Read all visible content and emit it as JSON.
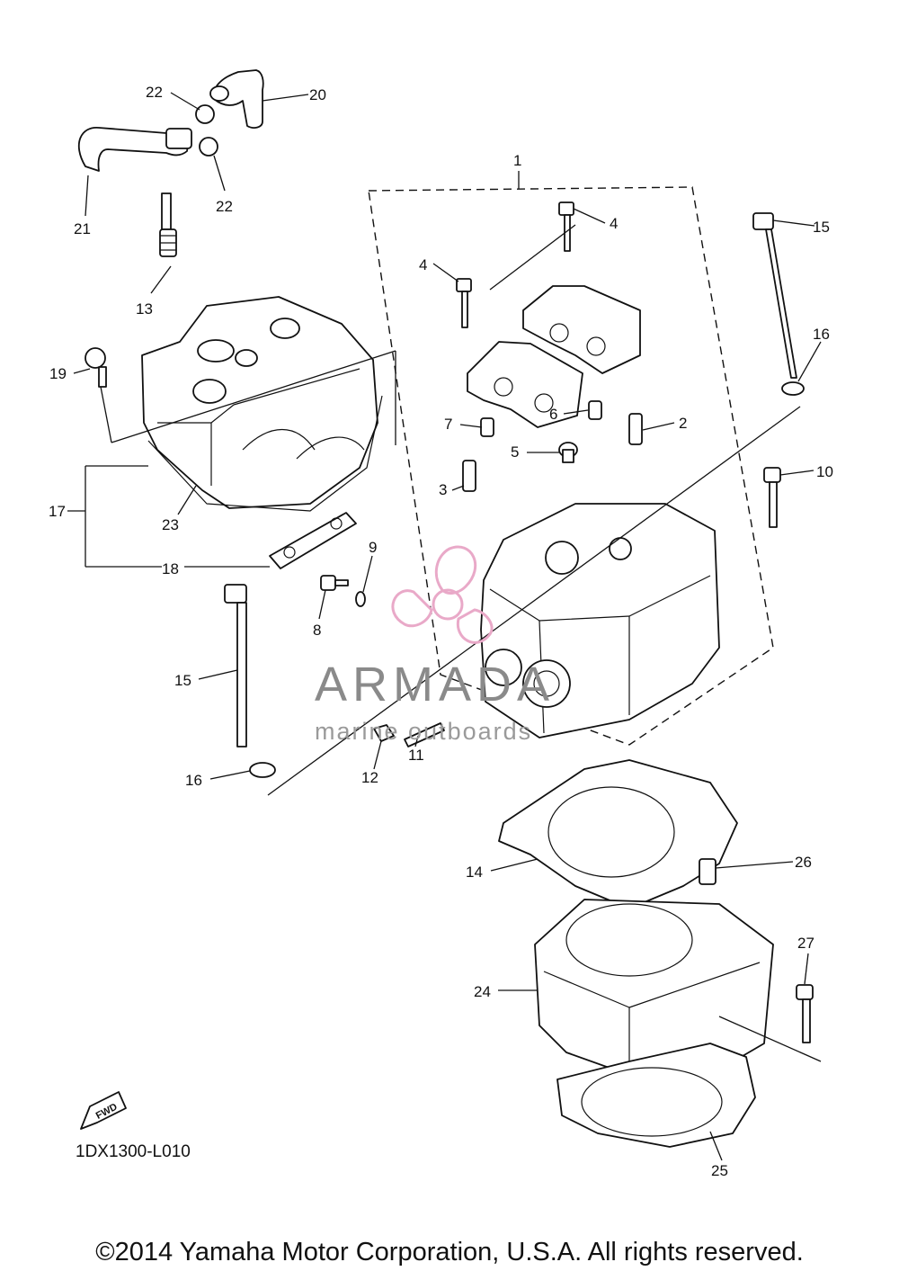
{
  "callouts": {
    "c1": "1",
    "c2": "2",
    "c3": "3",
    "c4a": "4",
    "c4b": "4",
    "c5": "5",
    "c6": "6",
    "c7": "7",
    "c8": "8",
    "c9": "9",
    "c10": "10",
    "c11": "11",
    "c12": "12",
    "c13": "13",
    "c14": "14",
    "c15a": "15",
    "c15b": "15",
    "c16a": "16",
    "c16b": "16",
    "c17": "17",
    "c18": "18",
    "c19": "19",
    "c20": "20",
    "c21": "21",
    "c22a": "22",
    "c22b": "22",
    "c23": "23",
    "c24": "24",
    "c25": "25",
    "c26": "26",
    "c27": "27"
  },
  "fwd_label": "FWD",
  "diagram_code": "1DX1300-L010",
  "copyright": "©2014 Yamaha Motor Corporation, U.S.A. All rights reserved.",
  "watermark": {
    "brand": "ARMADA",
    "tagline": "marine outboards",
    "color": "#e9a9c8"
  }
}
